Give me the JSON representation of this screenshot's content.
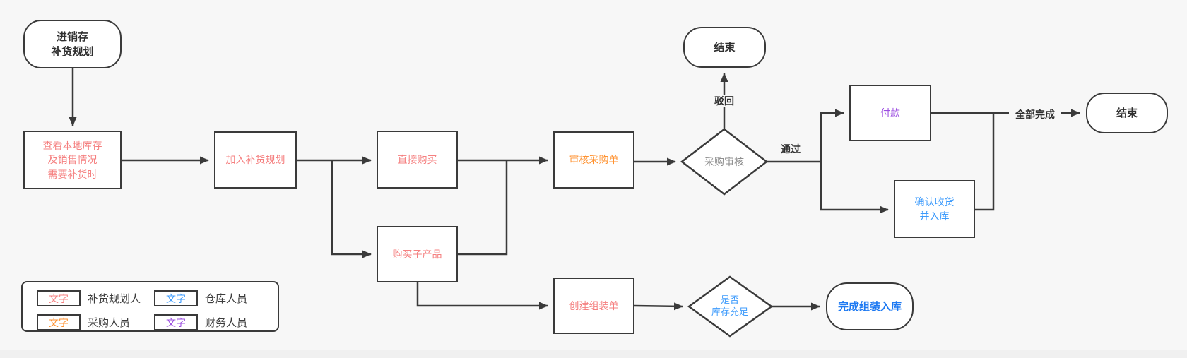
{
  "colors": {
    "red": "#f58080",
    "orange": "#ff9230",
    "blue": "#3d9bfc",
    "blue_bold": "#1d79f2",
    "purple": "#9b4de0",
    "gray": "#8f8f8f",
    "dark": "#2f2f2f",
    "line": "#3a3a3a",
    "canvas_bg": "#f7f7f7"
  },
  "nodes": {
    "start": {
      "text": "进销存\n补货规划"
    },
    "check_stock": {
      "text": "查看本地库存\n及销售情况\n需要补货时"
    },
    "add_plan": {
      "text": "加入补货规划"
    },
    "direct_buy": {
      "text": "直接购买"
    },
    "buy_sub_product": {
      "text": "购买子产品"
    },
    "audit_purchase_order": {
      "text": "审核采购单"
    },
    "purchase_review": {
      "text": "采购审核"
    },
    "end_top": {
      "text": "结束"
    },
    "pay": {
      "text": "付款"
    },
    "confirm_receipt": {
      "text": "确认收货\n并入库"
    },
    "end_right": {
      "text": "结束"
    },
    "create_assembly_order": {
      "text": "创建组装单"
    },
    "stock_sufficient": {
      "text": "是否\n库存充足"
    },
    "finish_assembly_inbound": {
      "text": "完成组装入库"
    }
  },
  "edge_labels": {
    "reject": "驳回",
    "pass": "通过",
    "all_done": "全部完成"
  },
  "legend": {
    "items": [
      {
        "sample": "文字",
        "label": "补货规划人",
        "color": "#f58080"
      },
      {
        "sample": "文字",
        "label": "仓库人员",
        "color": "#3d9bfc"
      },
      {
        "sample": "文字",
        "label": "采购人员",
        "color": "#ff9230"
      },
      {
        "sample": "文字",
        "label": "财务人员",
        "color": "#9b4de0"
      }
    ]
  }
}
